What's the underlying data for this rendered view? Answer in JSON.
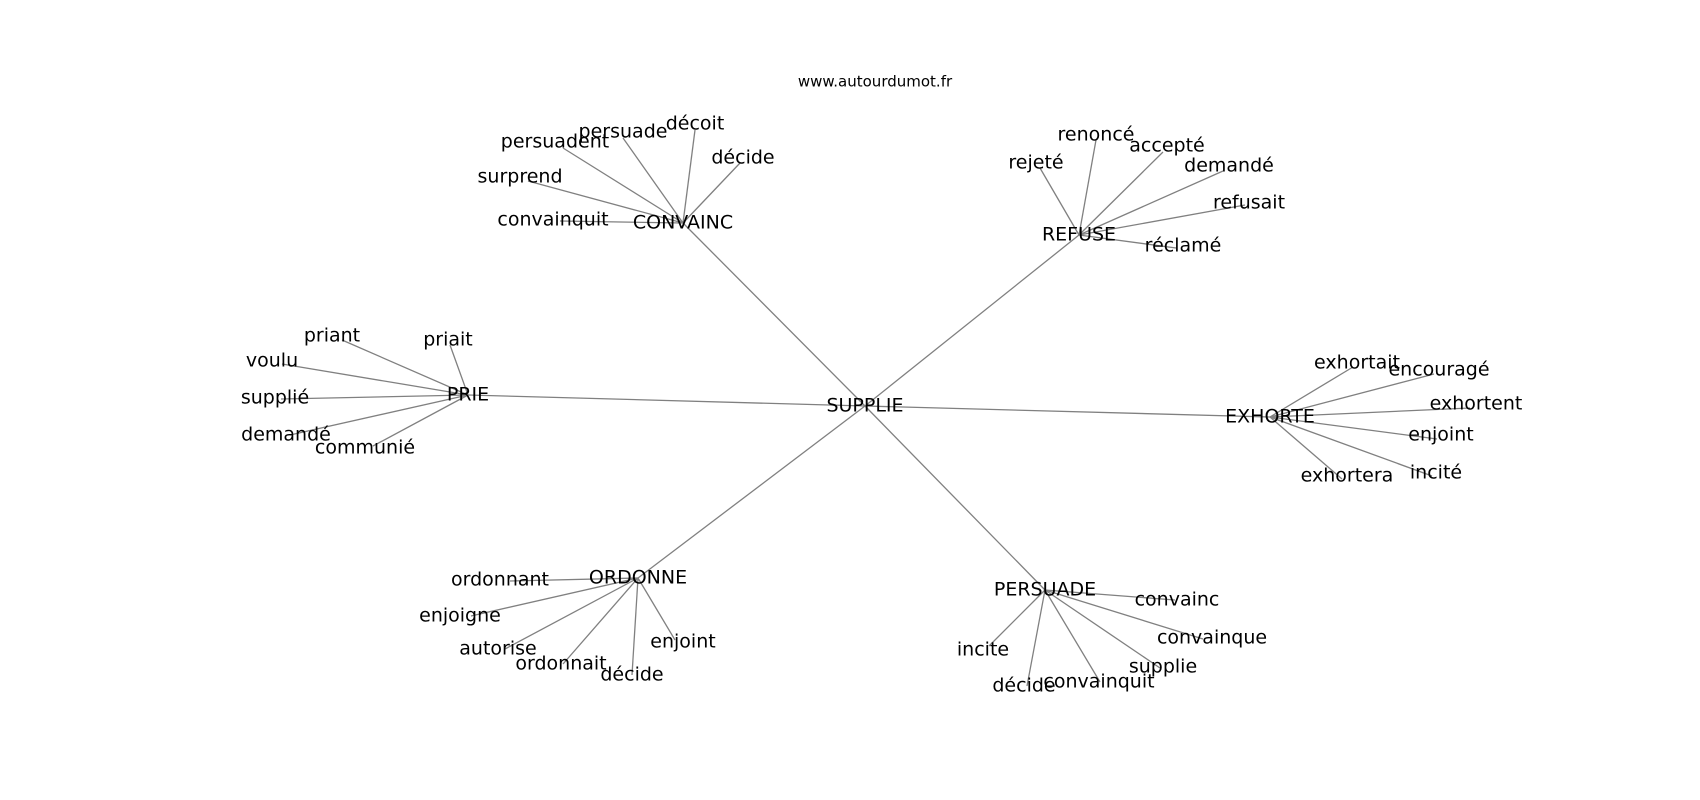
{
  "watermark": "www.autourdumot.fr",
  "colors": {
    "edge": "#808080",
    "text": "#000000",
    "background": "#ffffff"
  },
  "graph": {
    "root": "SUPPLIE",
    "branches": [
      {
        "hub": "CONVAINC",
        "leaves": [
          "décoit",
          "persuade",
          "persuadent",
          "décide",
          "surprend",
          "convainquit"
        ]
      },
      {
        "hub": "REFUSE",
        "leaves": [
          "renoncé",
          "accepté",
          "rejeté",
          "demandé",
          "refusait",
          "réclamé"
        ]
      },
      {
        "hub": "PRIE",
        "leaves": [
          "priant",
          "priait",
          "voulu",
          "supplié",
          "demandé",
          "communié"
        ]
      },
      {
        "hub": "EXHORTE",
        "leaves": [
          "exhortait",
          "encouragé",
          "exhortent",
          "enjoint",
          "incité",
          "exhortera"
        ]
      },
      {
        "hub": "ORDONNE",
        "leaves": [
          "ordonnant",
          "enjoigne",
          "autorise",
          "ordonnait",
          "décide",
          "enjoint"
        ]
      },
      {
        "hub": "PERSUADE",
        "leaves": [
          "convainc",
          "convainque",
          "supplie",
          "convainquit",
          "décide",
          "incite"
        ]
      }
    ]
  }
}
